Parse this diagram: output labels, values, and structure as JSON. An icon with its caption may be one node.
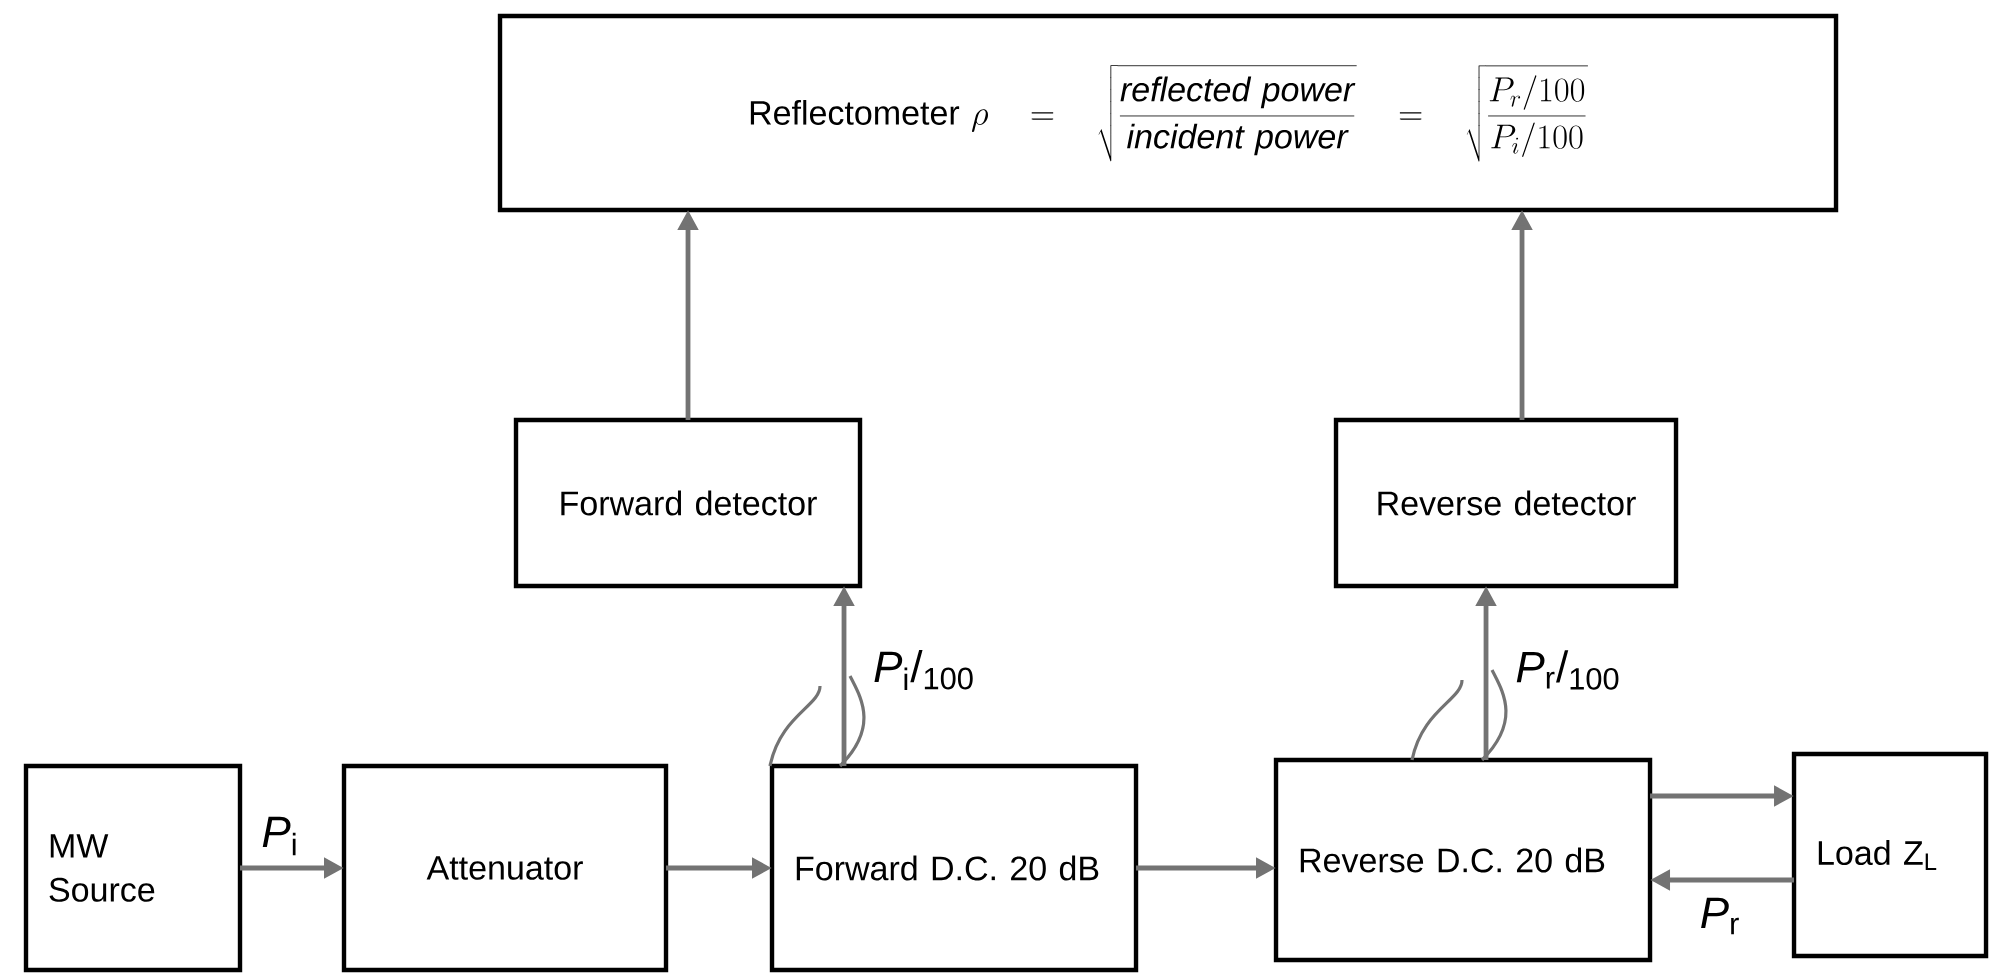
{
  "diagram": {
    "nodes": [
      {
        "text": [
          "Reflectometer",
          "\\rho = \\sqrt{\\frac{\\mathit{reflected\\ power}}{\\mathit{incident\\ power}}} = \\sqrt{\\frac{P_r/100}{P_i/100}}"
        ]
      },
      {
        "text": [
          "Forward detector"
        ]
      },
      {
        "text": [
          "Reverse detector"
        ]
      },
      {
        "text": [
          "MW Source"
        ]
      },
      {
        "text": [
          "Attenuator"
        ]
      },
      {
        "text": [
          "Forward D.C. 20 dB"
        ]
      },
      {
        "text": [
          "Reverse D.C. 20 dB"
        ]
      },
      {
        "text": [
          "Load Z$_{L}$"
        ]
      }
    ],
    "edges": [
      {
        "from": 1,
        "to": 0,
        "arrow": "to"
      },
      {
        "from": 2,
        "to": 0,
        "arrow": "to"
      },
      {
        "from": 3,
        "to": 4,
        "arrow": "to",
        "label": "*P*$_{i}$"
      },
      {
        "from": 4,
        "to": 5,
        "arrow": "to"
      },
      {
        "from": 5,
        "to": 6,
        "arrow": "to"
      },
      {
        "from": 6,
        "to": 7,
        "arrow": "to"
      },
      {
        "from": 7,
        "to": 6,
        "arrow": "to",
        "label": "*P*$_{r}$"
      },
      {
        "from": 5,
        "to": 1,
        "arrow": "to",
        "label": "*P*$_{i}$/$_{100}$"
      },
      {
        "from": 6,
        "to": 2,
        "arrow": "to",
        "label": "*P*$_{r}$/$_{100}$"
      }
    ]
  }
}
